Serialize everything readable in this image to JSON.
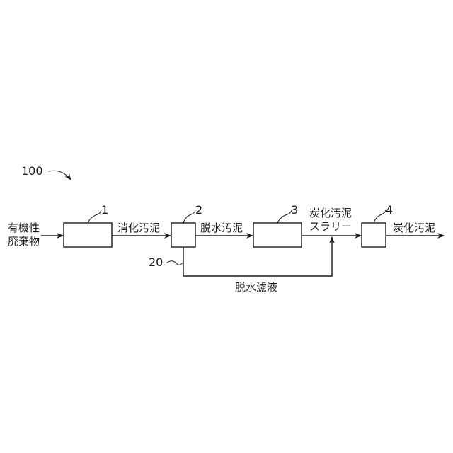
{
  "figure": {
    "system_ref": "100",
    "input_label_line1": "有機性",
    "input_label_line2": "廃棄物",
    "units": [
      {
        "ref": "1"
      },
      {
        "ref": "2"
      },
      {
        "ref": "3"
      },
      {
        "ref": "4"
      }
    ],
    "sub_ref": "20",
    "flow_labels": {
      "digested_sludge": "消化汚泥",
      "dewatered_sludge": "脱水汚泥",
      "carbonized_line1": "炭化汚泥",
      "carbonized_line2": "スラリー",
      "output": "炭化汚泥",
      "filtrate": "脱水濾液"
    }
  }
}
